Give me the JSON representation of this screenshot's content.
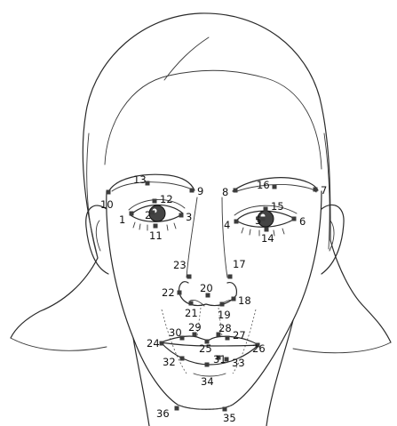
{
  "landmarks": [
    {
      "id": "1",
      "label": "1"
    },
    {
      "id": "2",
      "label": "2"
    },
    {
      "id": "3",
      "label": "3"
    },
    {
      "id": "4",
      "label": "4"
    },
    {
      "id": "5",
      "label": "5"
    },
    {
      "id": "6",
      "label": "6"
    },
    {
      "id": "7",
      "label": "7"
    },
    {
      "id": "8",
      "label": "8"
    },
    {
      "id": "9",
      "label": "9"
    },
    {
      "id": "10",
      "label": "10"
    },
    {
      "id": "11",
      "label": "11"
    },
    {
      "id": "12",
      "label": "12"
    },
    {
      "id": "13",
      "label": "13"
    },
    {
      "id": "14",
      "label": "14"
    },
    {
      "id": "15",
      "label": "15"
    },
    {
      "id": "16",
      "label": "16"
    },
    {
      "id": "17",
      "label": "17"
    },
    {
      "id": "18",
      "label": "18"
    },
    {
      "id": "19",
      "label": "19"
    },
    {
      "id": "20",
      "label": "20"
    },
    {
      "id": "21",
      "label": "21"
    },
    {
      "id": "22",
      "label": "22"
    },
    {
      "id": "23",
      "label": "23"
    },
    {
      "id": "24",
      "label": "24"
    },
    {
      "id": "25",
      "label": "25"
    },
    {
      "id": "26",
      "label": "26"
    },
    {
      "id": "27",
      "label": "27"
    },
    {
      "id": "28",
      "label": "28"
    },
    {
      "id": "29",
      "label": "29"
    },
    {
      "id": "30",
      "label": "30"
    },
    {
      "id": "31",
      "label": "31"
    },
    {
      "id": "32",
      "label": "32"
    },
    {
      "id": "33",
      "label": "33"
    },
    {
      "id": "34",
      "label": "34"
    },
    {
      "id": "35",
      "label": "35"
    },
    {
      "id": "36",
      "label": "36"
    }
  ]
}
